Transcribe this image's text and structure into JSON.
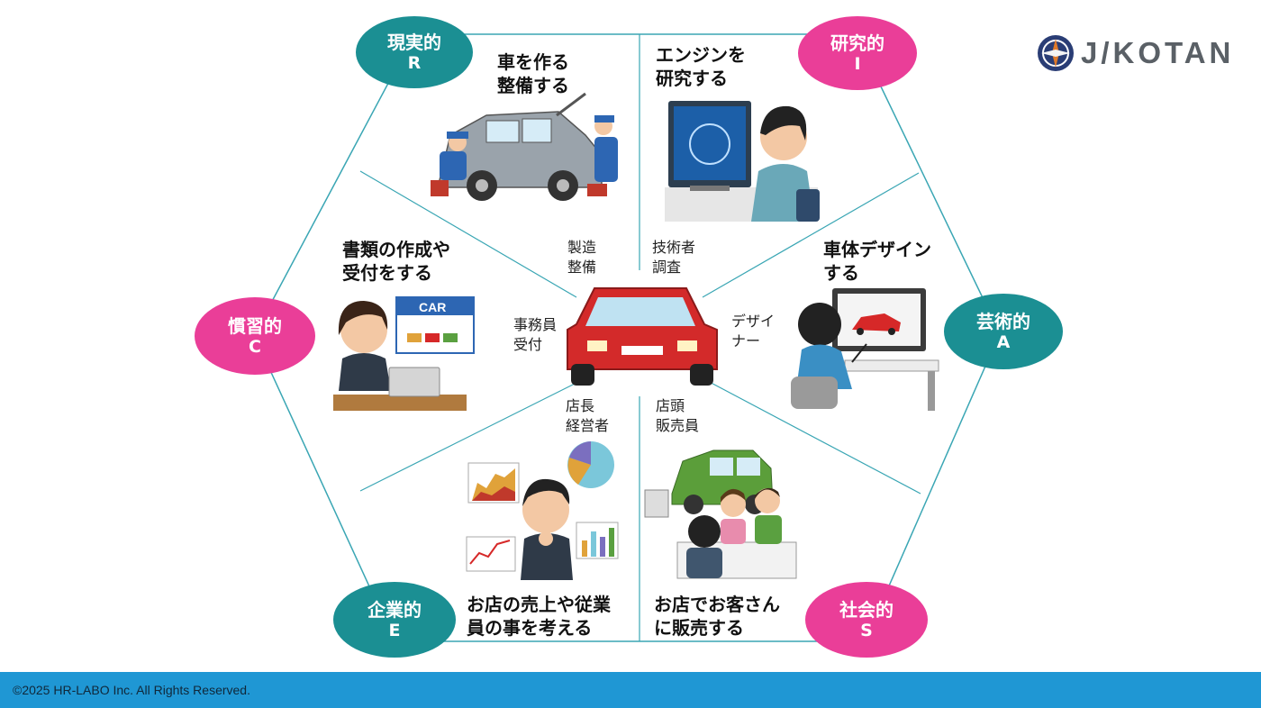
{
  "logo": {
    "text": "J/KOTAN",
    "icon": "compass-icon"
  },
  "types": {
    "R": {
      "name": "現実的",
      "code": "R",
      "color": "#1b8f93"
    },
    "I": {
      "name": "研究的",
      "code": "I",
      "color": "#ea3e98"
    },
    "A": {
      "name": "芸術的",
      "code": "A",
      "color": "#1b8f93"
    },
    "S": {
      "name": "社会的",
      "code": "S",
      "color": "#ea3e98"
    },
    "E": {
      "name": "企業的",
      "code": "E",
      "color": "#1b8f93"
    },
    "C": {
      "name": "慣習的",
      "code": "C",
      "color": "#ea3e98"
    }
  },
  "activities": {
    "R": "車を作る\n整備する",
    "I": "エンジンを\n研究する",
    "A": "車体デザイン\nする",
    "S": "お店でお客さん\nに販売する",
    "E": "お店の売上や従業\n員の事を考える",
    "C": "書類の作成や\n受付をする"
  },
  "jobs": {
    "R": "製造\n整備",
    "I": "技術者\n調査",
    "A": "デザイ\nナー",
    "S": "店頭\n販売員",
    "E": "店長\n経営者",
    "C": "事務員\n受付"
  },
  "illustrations": {
    "R": "mechanics-repairing-car-illustration",
    "I": "engineer-at-computer-illustration",
    "A": "designer-drawing-car-illustration",
    "S": "salesperson-with-family-illustration",
    "E": "manager-thinking-charts-illustration",
    "C": "receptionist-at-laptop-illustration",
    "center": "red-car-illustration"
  },
  "footer": {
    "copyright": "©2025 HR-LABO Inc. All Rights Reserved."
  },
  "colors": {
    "line": "#3aa6b4",
    "footer": "#1f97d4",
    "teal": "#1b8f93",
    "pink": "#ea3e98"
  }
}
